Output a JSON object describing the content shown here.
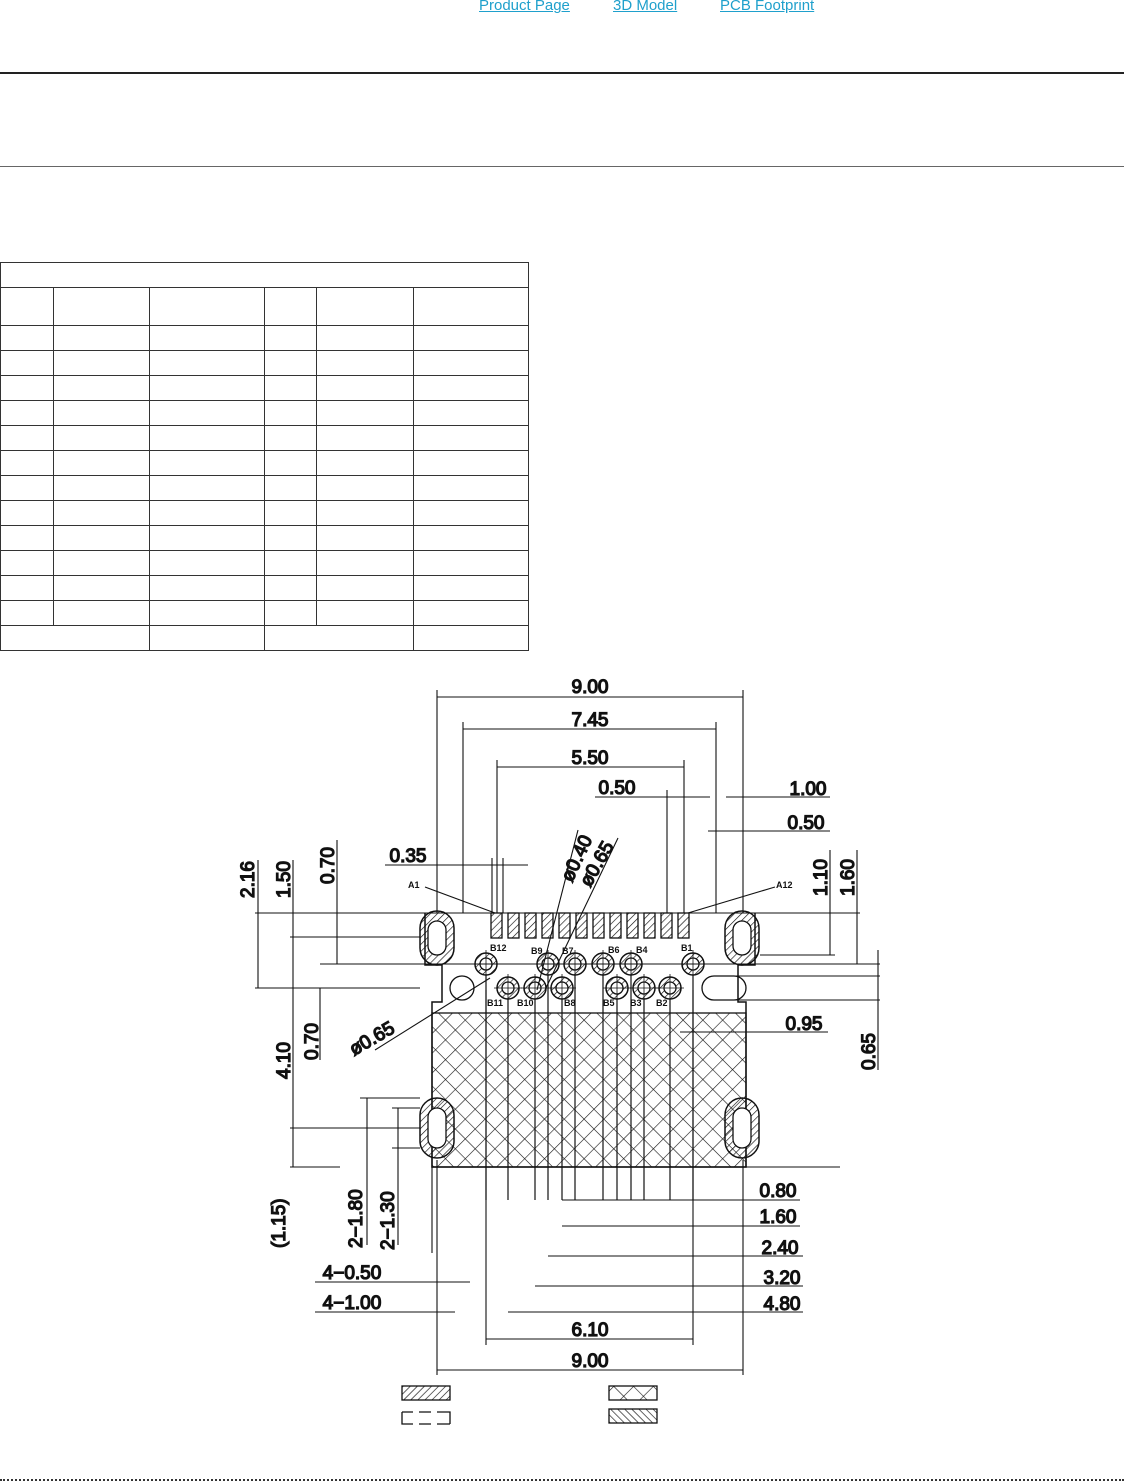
{
  "links": {
    "product_page": "Product Page",
    "model_3d": "3D Model",
    "pcb_footprint": "PCB Footprint"
  },
  "drawing": {
    "dims_top": {
      "overall": "9.00",
      "slot_span": "7.45",
      "pad_span": "5.50",
      "pad_pitch": "0.50",
      "slot_w": "1.00",
      "slot_hole": "0.50",
      "pad_w": "0.35",
      "hole_d1": "ø0.40",
      "hole_d2": "ø0.65"
    },
    "dims_left": {
      "d216": "2.16",
      "d150": "1.50",
      "d070": "0.70",
      "d410": "4.10",
      "d070b": "0.70",
      "hole_d3": "ø0.65",
      "d115": "(1.15)",
      "d2_180": "2−1.80",
      "d2_130": "2−1.30",
      "d4_050": "4−0.50",
      "d4_100": "4−1.00"
    },
    "dims_right": {
      "d110": "1.10",
      "d160": "1.60",
      "d095": "0.95",
      "d065": "0.65",
      "d080": "0.80",
      "d160b": "1.60",
      "d240": "2.40",
      "d320": "3.20",
      "d480": "4.80"
    },
    "dims_bottom": {
      "d610": "6.10",
      "d900": "9.00"
    },
    "pins": {
      "a1": "A1",
      "a12": "A12",
      "b12": "B12",
      "b9": "B9",
      "b7": "B7",
      "b6": "B6",
      "b4": "B4",
      "b1": "B1",
      "b11": "B11",
      "b10": "B10",
      "b8": "B8",
      "b5": "B5",
      "b3": "B3",
      "b2": "B2"
    }
  }
}
